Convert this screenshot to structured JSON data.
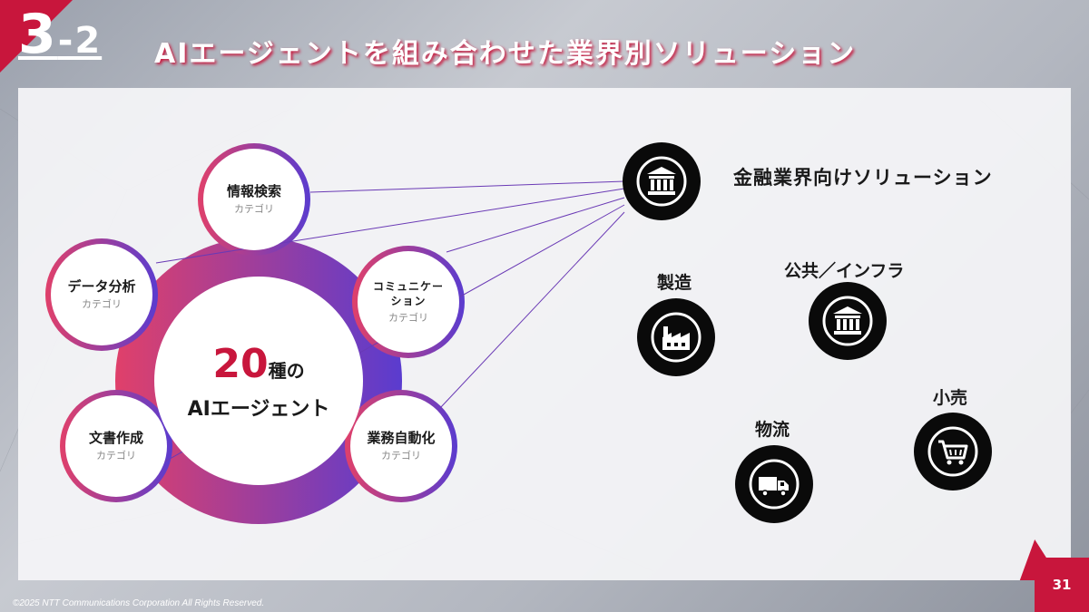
{
  "header": {
    "section_main": "3",
    "section_sub": "-2",
    "title": "AIエージェントを組み合わせた業界別ソリューション"
  },
  "center": {
    "number": "20",
    "suffix": "種の",
    "label": "AIエージェント"
  },
  "categories": [
    {
      "label": "情報検索",
      "sub": "カテゴリ"
    },
    {
      "label": "データ分析",
      "sub": "カテゴリ"
    },
    {
      "label": "コミュニケー",
      "label2": "ション",
      "sub": "カテゴリ"
    },
    {
      "label": "文書作成",
      "sub": "カテゴリ"
    },
    {
      "label": "業務自動化",
      "sub": "カテゴリ"
    }
  ],
  "industries": {
    "finance": {
      "label": "金融業界向けソリューション",
      "icon": "bank-icon"
    },
    "manufacturing": {
      "label": "製造",
      "icon": "factory-icon"
    },
    "public": {
      "label": "公共／インフラ",
      "icon": "government-building-icon"
    },
    "retail": {
      "label": "小売",
      "icon": "shopping-cart-icon"
    },
    "logistics": {
      "label": "物流",
      "icon": "truck-icon"
    }
  },
  "footer": {
    "copyright": "©2025 NTT Communications Corporation All Rights Reserved.",
    "page_number": "31"
  },
  "colors": {
    "accent": "#c8163c",
    "gradient_start": "#e0406a",
    "gradient_end": "#5a3ccf",
    "icon_bg": "#0a0a0a"
  }
}
